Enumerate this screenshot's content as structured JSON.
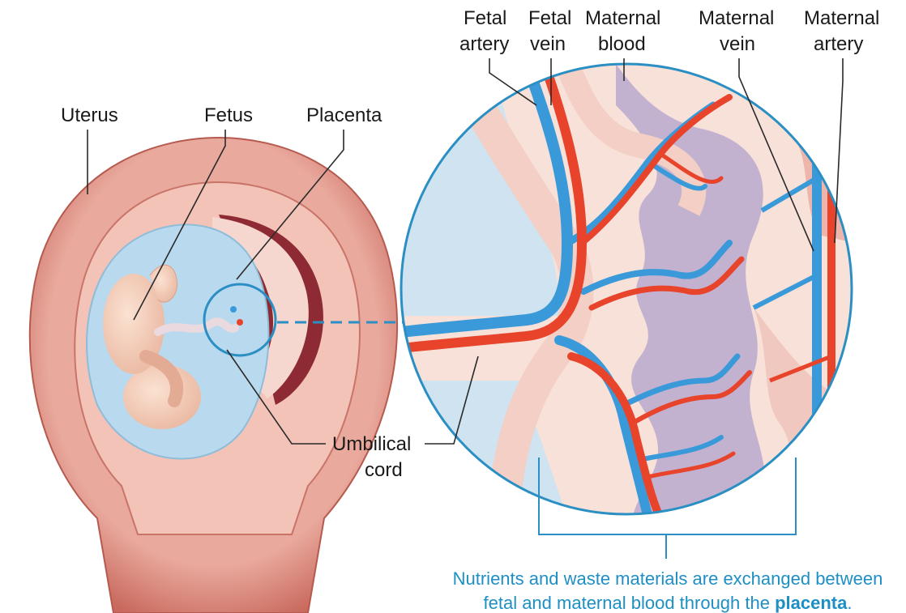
{
  "labels": {
    "uterus": "Uterus",
    "fetus": "Fetus",
    "placenta": "Placenta",
    "umbilical_line1": "Umbilical",
    "umbilical_line2": "cord",
    "fetal_artery_line1": "Fetal",
    "fetal_artery_line2": "artery",
    "fetal_vein_line1": "Fetal",
    "fetal_vein_line2": "vein",
    "maternal_blood_line1": "Maternal",
    "maternal_blood_line2": "blood",
    "maternal_vein_line1": "Maternal",
    "maternal_vein_line2": "vein",
    "maternal_artery_line1": "Maternal",
    "maternal_artery_line2": "artery"
  },
  "caption": {
    "line1": "Nutrients and waste materials are exchanged between",
    "line2_prefix": "fetal and maternal blood through the ",
    "line2_bold": "placenta",
    "line2_suffix": "."
  },
  "colors": {
    "artery": "#e8432b",
    "vein": "#3a9ad9",
    "uterus_wall": "#d9857a",
    "tissue": "#f6d3c9",
    "amniotic": "#b9d9ee",
    "maternal_blood": "#b9a9cf",
    "caption": "#1e8fc4",
    "zoom_ring": "#2b8fc4"
  }
}
